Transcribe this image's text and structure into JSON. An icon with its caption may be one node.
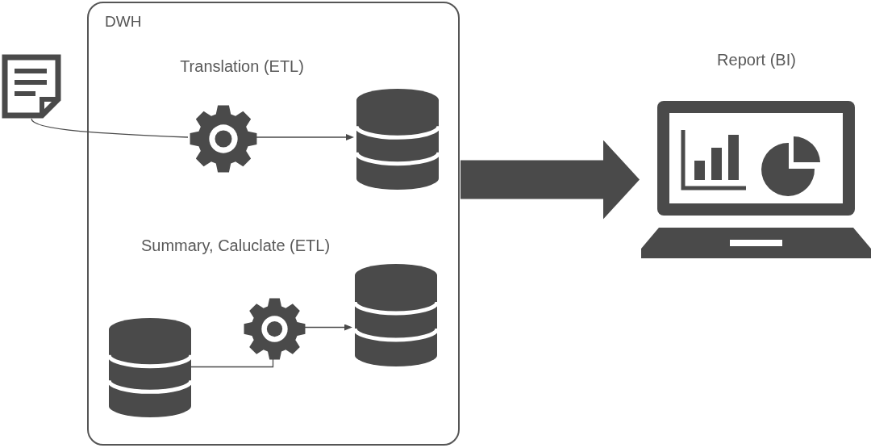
{
  "diagram": {
    "nodes": [
      {
        "text": [
          "DWH"
        ]
      },
      {
        "text": [],
        "shape": "picture"
      },
      {
        "text": [],
        "shape": "picture",
        "in": 0,
        "beside": [
          "Translation (ETL)"
        ]
      },
      {
        "text": [],
        "shape": "cylinder",
        "in": 0
      },
      {
        "text": [],
        "shape": "cylinder",
        "in": 0
      },
      {
        "text": [],
        "shape": "picture",
        "in": 0,
        "beside": [
          "Summary, Caluclate (ETL)"
        ]
      },
      {
        "text": [],
        "shape": "cylinder",
        "in": 0
      },
      {
        "text": [],
        "shape": "picture",
        "beside": [
          "Report (BI)"
        ]
      }
    ],
    "edges": [
      {
        "from": 1,
        "to": 2,
        "arrow": "none"
      },
      {
        "from": 2,
        "to": 3,
        "arrow": "to"
      },
      {
        "from": 4,
        "to": 5,
        "arrow": "none"
      },
      {
        "from": 5,
        "to": 6,
        "arrow": "to"
      },
      {
        "from": 0,
        "to": 7,
        "arrow": "to",
        "style": "thick"
      }
    ]
  }
}
